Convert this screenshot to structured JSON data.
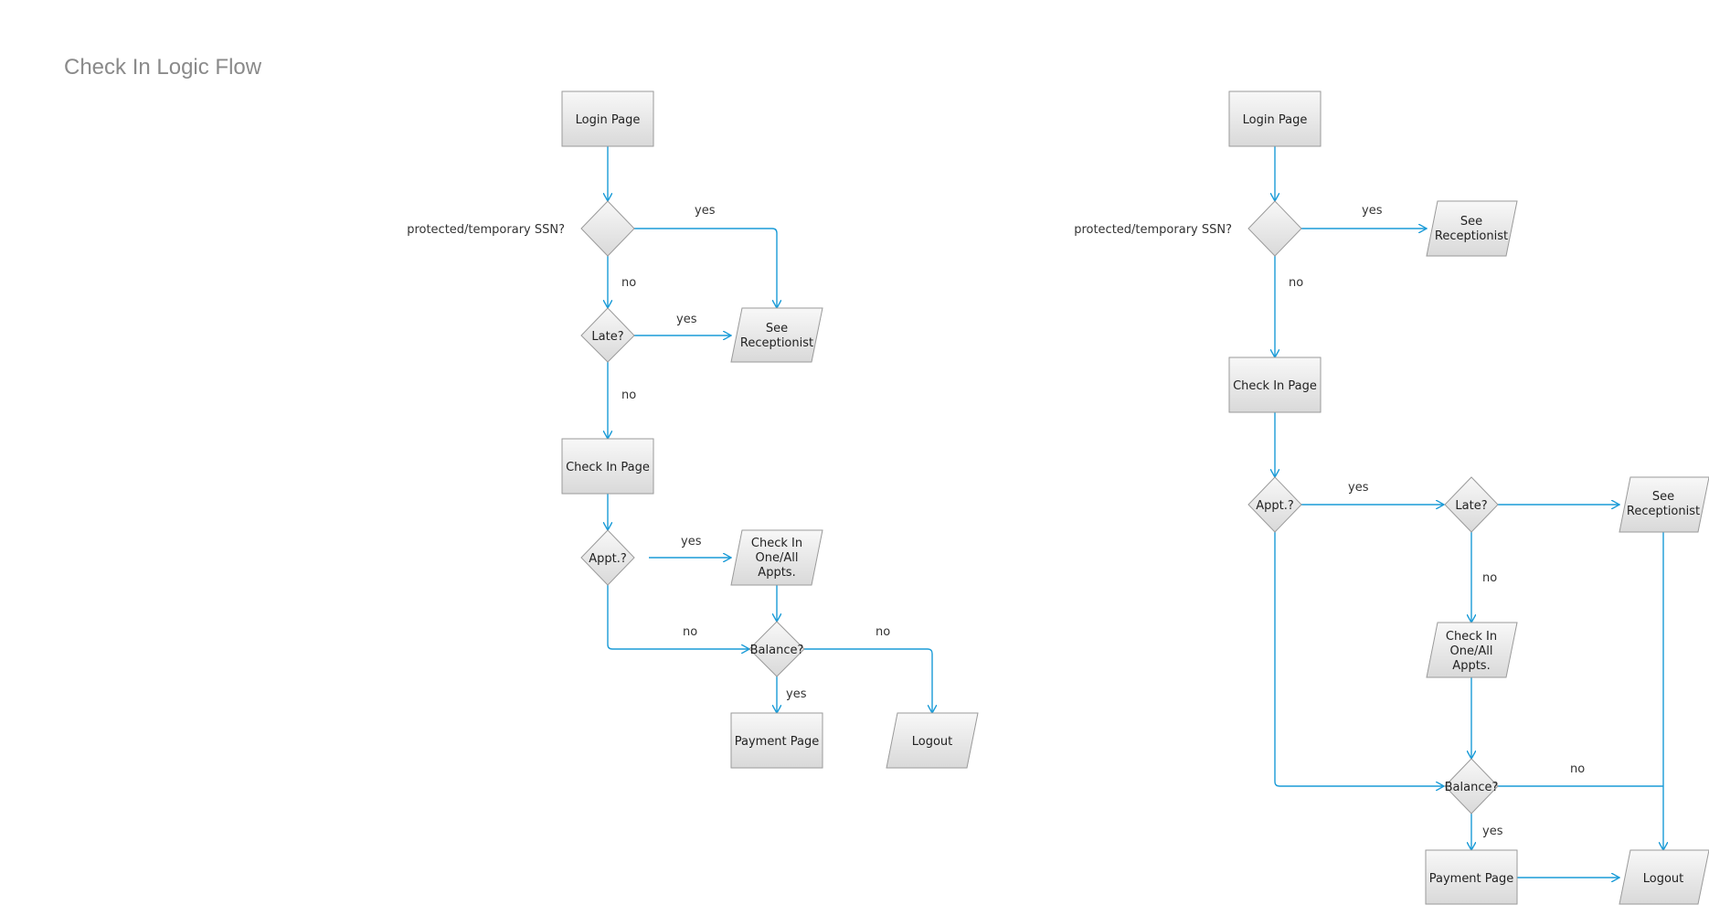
{
  "title": "Check In Logic Flow",
  "left_flow": {
    "login": "Login Page",
    "ssn_question": "protected/temporary SSN?",
    "ssn_yes": "yes",
    "ssn_no": "no",
    "late": "Late?",
    "late_yes": "yes",
    "late_no": "no",
    "see_receptionist_1": "See",
    "see_receptionist_2": "Receptionist",
    "check_in_page": "Check In Page",
    "appt": "Appt.?",
    "appt_yes": "yes",
    "appt_no": "no",
    "check_in_appts_1": "Check In",
    "check_in_appts_2": "One/All",
    "check_in_appts_3": "Appts.",
    "balance": "Balance?",
    "balance_yes": "yes",
    "balance_no": "no",
    "payment_page": "Payment Page",
    "logout": "Logout"
  },
  "right_flow": {
    "login": "Login Page",
    "ssn_question": "protected/temporary SSN?",
    "ssn_yes": "yes",
    "ssn_no": "no",
    "see_receptionist_a_1": "See",
    "see_receptionist_a_2": "Receptionist",
    "check_in_page": "Check In Page",
    "appt": "Appt.?",
    "appt_yes": "yes",
    "late": "Late?",
    "late_no": "no",
    "see_receptionist_b_1": "See",
    "see_receptionist_b_2": "Receptionist",
    "check_in_appts_1": "Check In",
    "check_in_appts_2": "One/All",
    "check_in_appts_3": "Appts.",
    "balance": "Balance?",
    "balance_yes": "yes",
    "balance_no": "no",
    "payment_page": "Payment Page",
    "logout": "Logout"
  }
}
